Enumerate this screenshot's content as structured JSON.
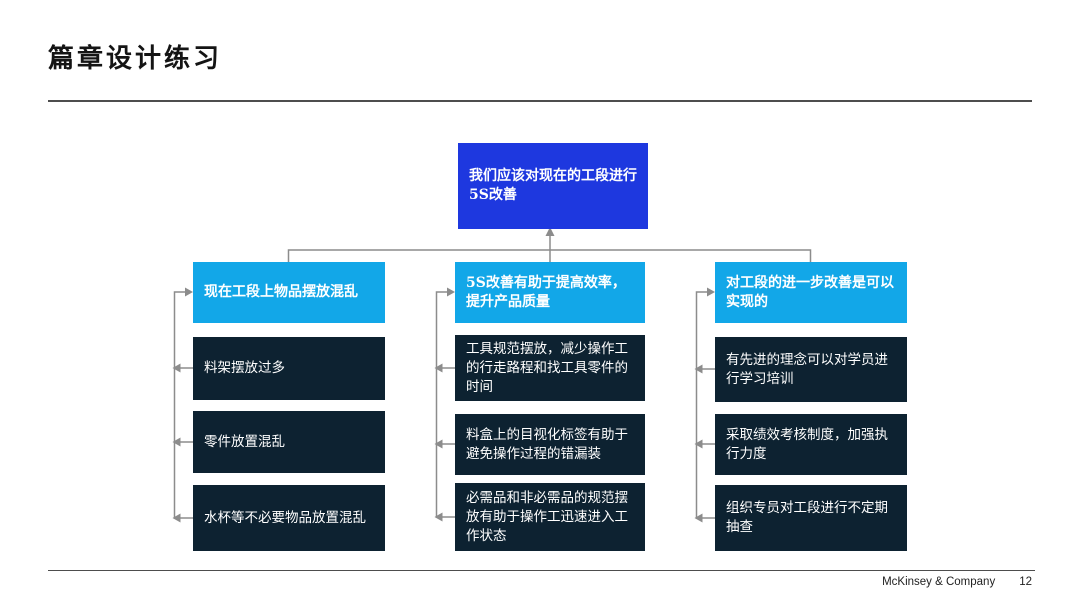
{
  "slide": {
    "title": "篇章设计练习",
    "footer": {
      "brand": "McKinsey & Company",
      "page_number": "12"
    }
  },
  "pyramid": {
    "governing_thought": "我们应该对现在的工段进行5S改善",
    "columns": [
      {
        "header": "现在工段上物品摆放混乱",
        "supports": [
          "料架摆放过多",
          "零件放置混乱",
          "水杯等不必要物品放置混乱"
        ]
      },
      {
        "header": "5S改善有助于提高效率，提升产品质量",
        "supports": [
          "工具规范摆放，减少操作工的行走路程和找工具零件的时间",
          "料盒上的目视化标签有助于避免操作过程的错漏装",
          "必需品和非必需品的规范摆放有助于操作工迅速进入工作状态"
        ]
      },
      {
        "header": "对工段的进一步改善是可以实现的",
        "supports": [
          "有先进的理念可以对学员进行学习培训",
          "采取绩效考核制度，加强执行力度",
          "组织专员对工段进行不定期抽查"
        ]
      }
    ]
  },
  "colors": {
    "governing_box": "#1e38df",
    "header_box": "#12a7e8",
    "support_box": "#0d2231",
    "connector": "#8c8c8c"
  }
}
